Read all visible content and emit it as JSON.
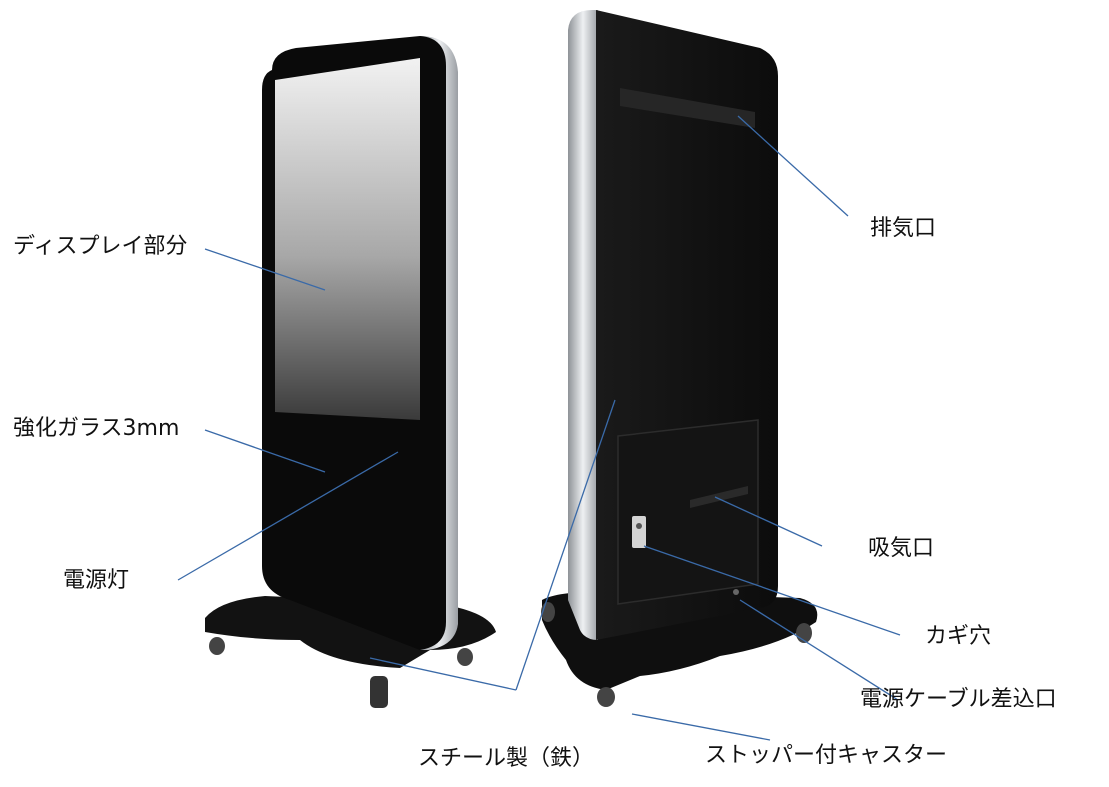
{
  "labels": {
    "display": "ディスプレイ部分",
    "glass": "強化ガラス3mm",
    "power_lamp": "電源灯",
    "steel": "スチール製（鉄）",
    "exhaust": "排気口",
    "intake": "吸気口",
    "keyhole": "カギ穴",
    "power_inlet": "電源ケーブル差込口",
    "casters": "ストッパー付キャスター"
  },
  "colors": {
    "leader_line": "#3a6aa8",
    "panel_black": "#0b0b0b",
    "frame_silver": "#c9ccd0"
  }
}
